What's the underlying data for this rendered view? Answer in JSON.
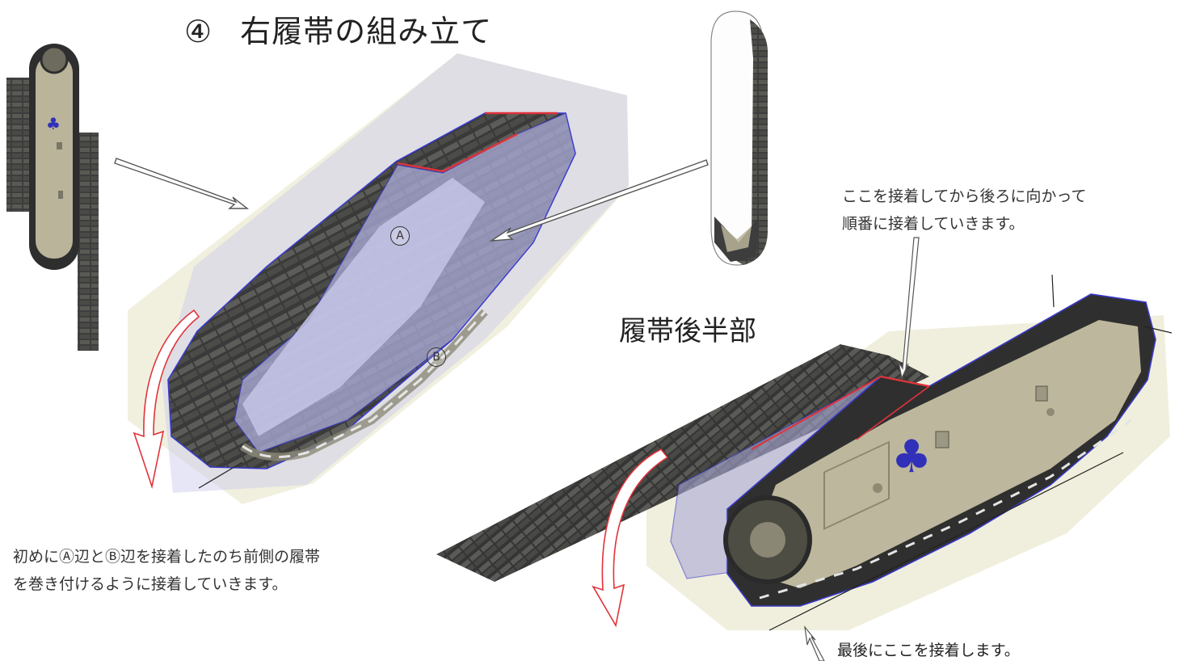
{
  "title": {
    "number": "④",
    "text": "右履帯の組み立て"
  },
  "subtitle": "履帯後半部",
  "labels": {
    "edge_a": "A",
    "edge_b": "B"
  },
  "notes": {
    "top_right": [
      "ここを接着してから後ろに向かって",
      "順番に接着していきます。"
    ],
    "left": [
      "初めにⒶ辺とⒷ辺を接着したのち前側の履帯",
      "を巻き付けるように接着していきます。"
    ],
    "bottom_right": "最後にここを接着します。"
  },
  "colors": {
    "track": "#3d3d3d",
    "hull": "#b9b49a",
    "glue_tab": "#a9a9d6",
    "glue_edge": "#e0333a",
    "outline": "#3a3acc",
    "shadow": "#eeedd9",
    "emblem": "#3030b8"
  }
}
